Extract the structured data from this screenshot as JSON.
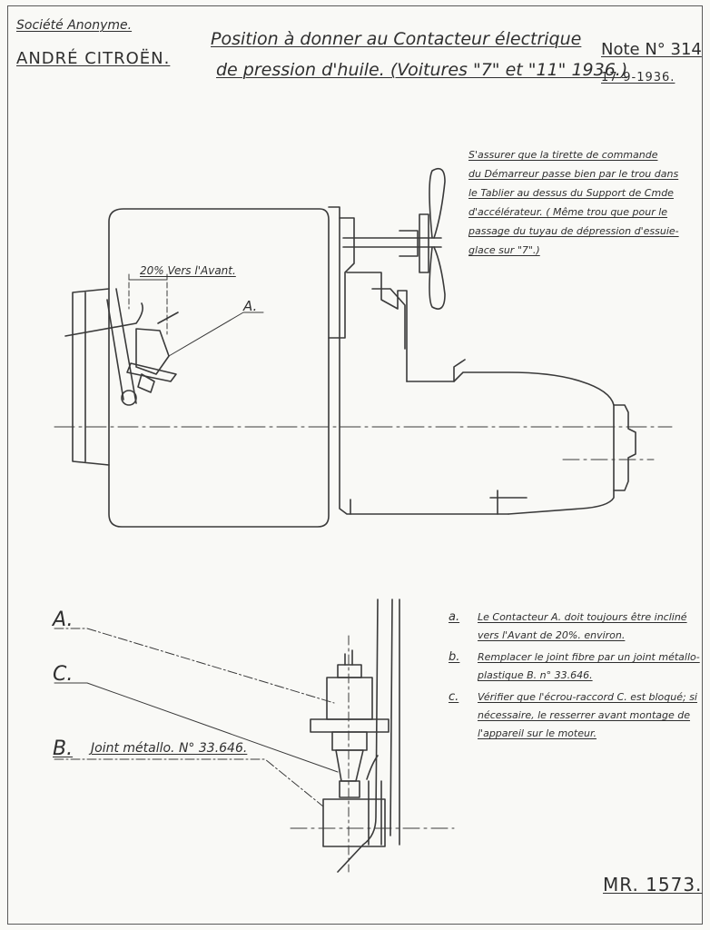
{
  "header": {
    "company_line1": "Société Anonyme.",
    "company_line2": "ANDRÉ CITROËN.",
    "title_line1": "Position à donner au Contacteur électrique",
    "title_line2": "de pression d'huile. (Voitures \"7\" et \"11\" 1936.)",
    "note_number": "Note N° 314",
    "date": "17-9-1936."
  },
  "top_instruction": {
    "lines": [
      "S'assurer que la tirette de commande",
      "du Démarreur passe bien par le trou dans",
      "le Tablier au dessus du Support de Cmde",
      "d'accélérateur. ( Même trou que pour le",
      "passage du tuyau de dépression d'essuie-",
      "glace sur \"7\".)"
    ]
  },
  "drawing_labels": {
    "angle": "20% Vers l'Avant.",
    "part_a_top": "A."
  },
  "detail_labels": {
    "a": "A.",
    "c": "C.",
    "b": "B.",
    "joint": "Joint métallo. N° 33.646."
  },
  "notes": [
    {
      "key": "a.",
      "text": "Le Contacteur A. doit toujours être incliné vers l'Avant de 20%. environ."
    },
    {
      "key": "b.",
      "text": "Remplacer le joint fibre par un joint métallo-plastique B. n° 33.646."
    },
    {
      "key": "c.",
      "text": "Vérifier que l'écrou-raccord C. est bloqué; si nécessaire, le resserrer avant montage de l'appareil sur le moteur."
    }
  ],
  "footer": {
    "reference": "MR. 1573."
  }
}
